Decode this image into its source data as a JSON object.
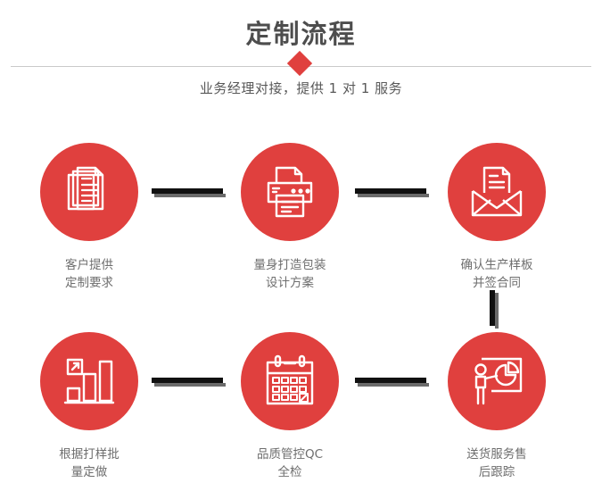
{
  "header": {
    "title": "定制流程",
    "subtitle": "业务经理对接，提供 1 对 1 服务",
    "divider_icon": "red-diamond"
  },
  "theme": {
    "accent_red": "#e0403e",
    "title_gray": "#4d4d4d",
    "label_gray": "#6e6e6e",
    "connector_black": "#111111",
    "connector_shadow_gray": "#6b6b6b",
    "divider_gray": "#c9c9c9",
    "background": "#ffffff"
  },
  "flow": {
    "steps": [
      {
        "index": 1,
        "icon": "documents-stack-icon",
        "label": "客户提供\n定制要求"
      },
      {
        "index": 2,
        "icon": "printer-icon",
        "label": "量身打造包装\n设计方案"
      },
      {
        "index": 3,
        "icon": "envelope-document-icon",
        "label": "确认生产样板\n并签合同"
      },
      {
        "index": 4,
        "icon": "bar-chart-growth-icon",
        "label": "根据打样批\n量定做"
      },
      {
        "index": 5,
        "icon": "calendar-check-icon",
        "label": "品质管控QC\n全检"
      },
      {
        "index": 6,
        "icon": "presenter-pie-chart-icon",
        "label": "送货服务售\n后跟踪"
      }
    ],
    "connectors": [
      {
        "id": "c1",
        "from": 1,
        "to": 2,
        "orientation": "horizontal"
      },
      {
        "id": "c2",
        "from": 2,
        "to": 3,
        "orientation": "horizontal"
      },
      {
        "id": "c3",
        "from": 3,
        "to": 6,
        "orientation": "vertical"
      },
      {
        "id": "c4",
        "from": 4,
        "to": 5,
        "orientation": "horizontal"
      },
      {
        "id": "c5",
        "from": 5,
        "to": 6,
        "orientation": "horizontal"
      }
    ]
  }
}
